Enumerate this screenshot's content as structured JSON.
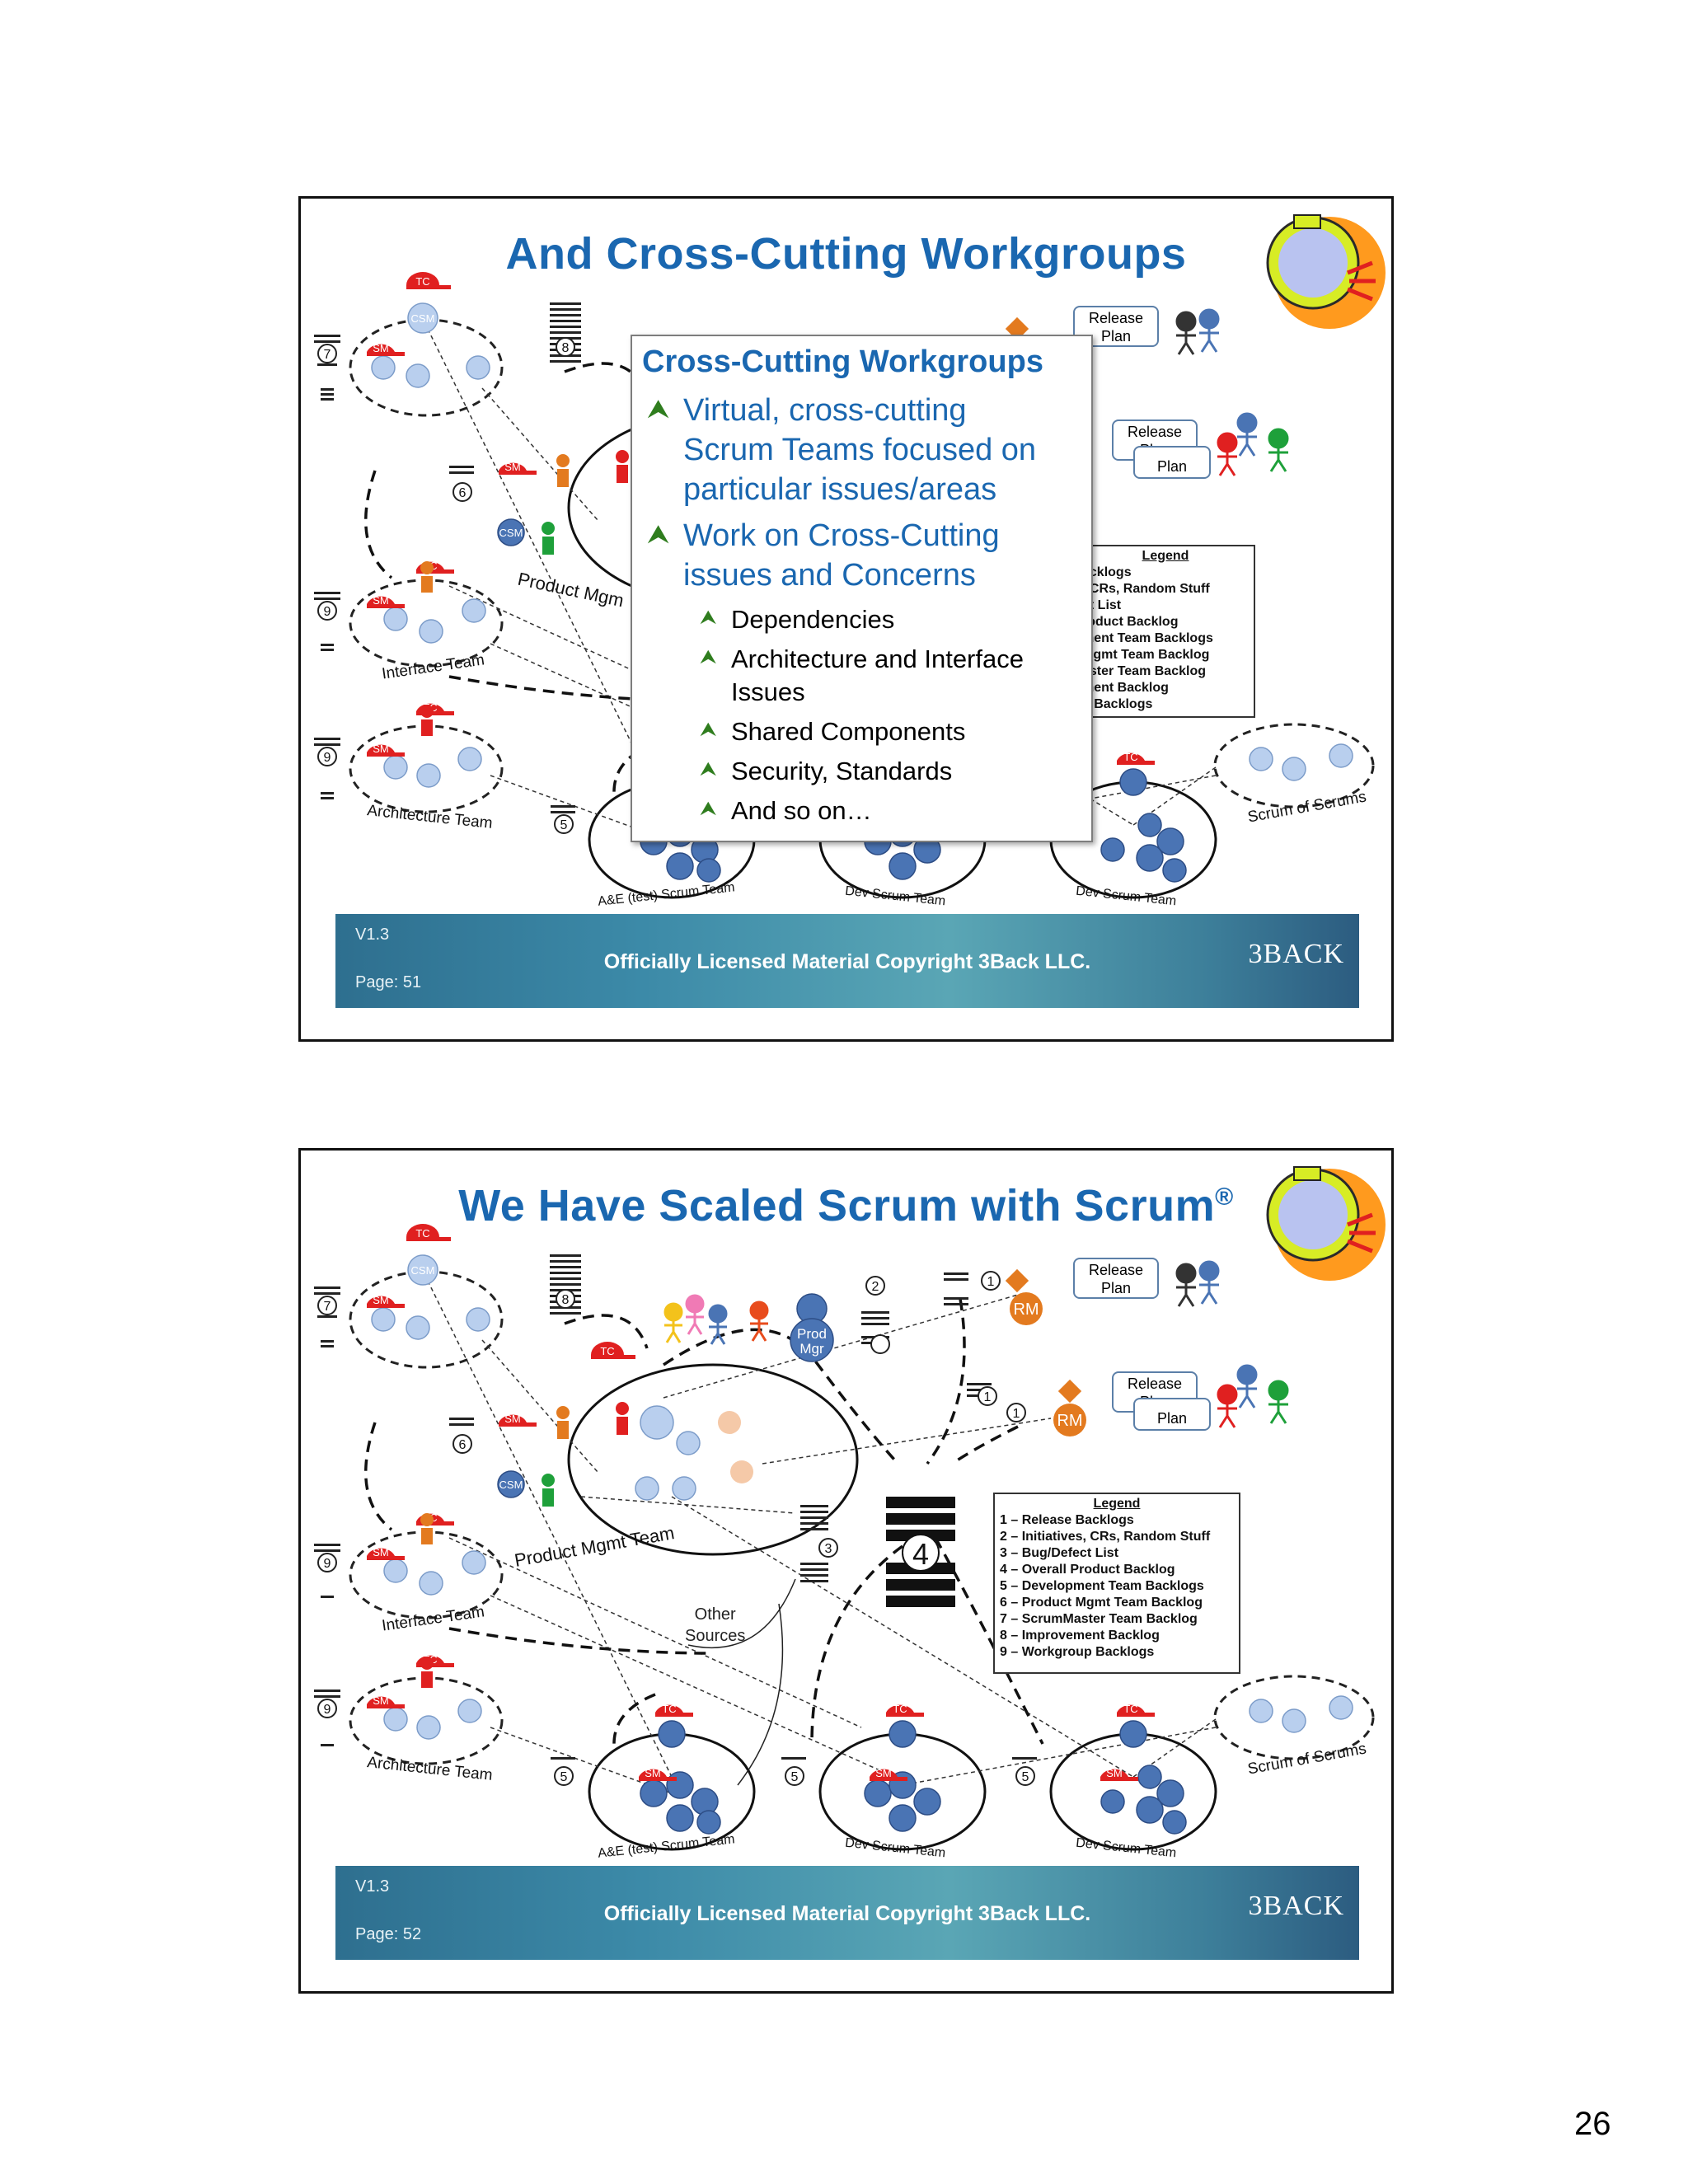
{
  "document": {
    "page_number": "26"
  },
  "slides": [
    {
      "title": "And Cross-Cutting Workgroups",
      "footer": {
        "version": "V1.3",
        "page": "Page: 51",
        "copyright": "Officially Licensed Material Copyright 3Back LLC.",
        "logo": "3BACK"
      },
      "overlay": {
        "title": "Cross-Cutting Workgroups",
        "bullets": [
          "Virtual, cross-cutting",
          "Scrum Teams focused on",
          "particular issues/areas",
          "Work on Cross-Cutting",
          "issues and Concerns"
        ],
        "sub_bullets": [
          "Dependencies",
          "Architecture and Interface",
          "Issues",
          "Shared Components",
          "Security, Standards",
          "And so on…"
        ]
      },
      "legend_partial": [
        "Legend",
        "acklogs",
        ", CRs, Random Stuff",
        "ct List",
        "roduct Backlog",
        "ment Team Backlogs",
        "Mgmt Team Backlog",
        "aster Team Backlog",
        "ment Backlog",
        "p Backlogs"
      ],
      "release_plan": "Release Plan",
      "release_plan_2": "Release Plan",
      "release_plan_3": "Plan",
      "team_labels": {
        "product": "Product Mgm",
        "interface": "Interface Team",
        "architecture": "Architecture Team",
        "test": "A&E (test) Scrum Team",
        "dev1": "Dev Scrum Team",
        "dev2": "Dev Scrum Team",
        "sos": "Scrum of Scrums"
      },
      "badges": {
        "tc": "TC",
        "sm": "SM",
        "csm": "CSM",
        "n7": "7",
        "n8": "8",
        "n6": "6",
        "n9": "9",
        "n9b": "9",
        "n5": "5"
      }
    },
    {
      "title": "We Have Scaled Scrum with Scrum",
      "title_mark": "®",
      "footer": {
        "version": "V1.3",
        "page": "Page: 52",
        "copyright": "Officially Licensed Material Copyright 3Back LLC.",
        "logo": "3BACK"
      },
      "legend": {
        "title": "Legend",
        "items": [
          "1 – Release Backlogs",
          "2 – Initiatives, CRs, Random Stuff",
          "3 – Bug/Defect List",
          "4 – Overall Product Backlog",
          "5 – Development Team Backlogs",
          "6 – Product Mgmt Team Backlog",
          "7 – ScrumMaster Team Backlog",
          "8 – Improvement Backlog",
          "9 – Workgroup Backlogs"
        ]
      },
      "release_plan": "Release Plan",
      "release_plan_2": "Release Plan",
      "release_plan_3": "Plan",
      "other_sources": [
        "Other",
        "Sources"
      ],
      "overall_backlog_number": "4",
      "roles": {
        "rm": "RM",
        "prod_mgr_1": "Prod",
        "prod_mgr_2": "Mgr"
      },
      "team_labels": {
        "product": "Product Mgmt Team",
        "interface": "Interface Team",
        "architecture": "Architecture Team",
        "test": "A&E (test) Scrum Team",
        "dev1": "Dev Scrum Team",
        "dev2": "Dev Scrum Team",
        "sos": "Scrum of Scrums"
      },
      "badges": {
        "tc": "TC",
        "sm": "SM",
        "csm": "CSM",
        "n1": "1",
        "n2": "2",
        "n3": "3",
        "n5": "5",
        "n6": "6",
        "n7": "7",
        "n8": "8",
        "n9": "9"
      }
    }
  ],
  "colors": {
    "title_blue": "#1a67b0",
    "badge_red": "#e02020",
    "team_blue": "#4a74b4",
    "light_blue": "#b9cfee",
    "rm_orange": "#e37a1f",
    "arrow_green": "#2f7d1e"
  }
}
